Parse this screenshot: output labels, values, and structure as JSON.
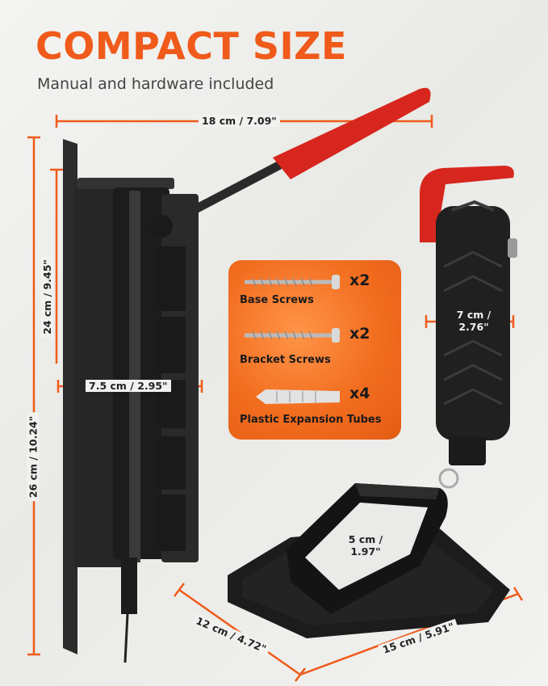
{
  "header": {
    "title": "COMPACT SIZE",
    "subtitle": "Manual and hardware included"
  },
  "dimensions": {
    "width_top": "18 cm / 7.09\"",
    "height_upper": "24 cm / 9.45\"",
    "height_total": "26 cm / 10.24\"",
    "bracket_width": "7.5 cm / 2.95\"",
    "side_width_line1": "7 cm /",
    "side_width_line2": "2.76\"",
    "handle_height_line1": "5 cm /",
    "handle_height_line2": "1.97\"",
    "base_depth": "12 cm / 4.72\"",
    "base_length": "15 cm / 5.91\""
  },
  "hardware": {
    "items": [
      {
        "label": "Base Screws",
        "qty": "x2",
        "icon": "screw-icon"
      },
      {
        "label": "Bracket Screws",
        "qty": "x2",
        "icon": "screw-icon"
      },
      {
        "label": "Plastic Expansion Tubes",
        "qty": "x4",
        "icon": "anchor-icon"
      }
    ]
  },
  "colors": {
    "accent": "#f05a1a",
    "product": "#1e1e1e",
    "grip": "#d7261e",
    "panel": "#f26d1f"
  }
}
